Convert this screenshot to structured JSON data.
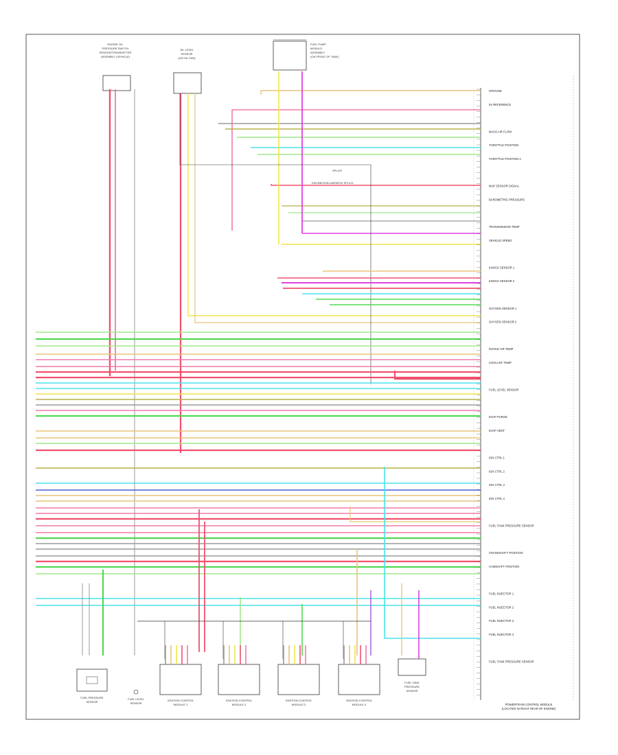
{
  "diagram": {
    "footer_code": "",
    "module": {
      "name_line1": "POWERTRAIN CONTROL MODULE",
      "name_line2": "(LOCATED IN RIGHT REAR OF ENGINE)"
    },
    "top_components": [
      {
        "id": "sensor-left",
        "lines": [
          "ENGINE OIL",
          "PRESSURE SWITCH",
          "SENSOR/TRANSMITTER",
          "ASSEMBLY (VEHICLE)"
        ]
      },
      {
        "id": "sensor-mid",
        "lines": [
          "OIL LEVEL",
          "SENSOR",
          "(ON OIL PAN)"
        ]
      },
      {
        "id": "sensor-right",
        "lines": [
          "FUEL PUMP",
          "MODULE",
          "ASSEMBLY",
          "(ON FRONT OF TANK)"
        ]
      }
    ],
    "splices": [
      "SPLICE",
      "ENGINE/SUB-HARNESS SPLICE"
    ],
    "bottom_components": [
      {
        "id": "fuel-pressure-sensor",
        "lines": [
          "FUEL PRESSURE",
          "SENSOR"
        ]
      },
      {
        "id": "fuel-level-sensor",
        "lines": [
          "FUEL LEVEL",
          "SENSOR"
        ]
      },
      {
        "id": "ignition-coil-1",
        "lines": [
          "IGNITION CONTROL",
          "MODULE 1"
        ]
      },
      {
        "id": "ignition-coil-2",
        "lines": [
          "IGNITION CONTROL",
          "MODULE 2"
        ]
      },
      {
        "id": "ignition-coil-3",
        "lines": [
          "IGNITION CONTROL",
          "MODULE 3"
        ]
      },
      {
        "id": "ignition-coil-4",
        "lines": [
          "IGNITION CONTROL",
          "MODULE 4"
        ]
      },
      {
        "id": "fuel-tank-pressure",
        "lines": [
          "FUEL TANK",
          "PRESSURE",
          "SENSOR"
        ]
      }
    ],
    "right_labels": [
      "GROUND",
      "5V REFERENCE",
      "",
      "MASS AIR FLOW",
      "THROTTLE POSITION",
      "THROTTLE POSITION 2",
      "",
      "MAP SENSOR SIGNAL",
      "BAROMETRIC PRESSURE",
      "",
      "TRANSMISSION TEMP",
      "VEHICLE SPEED",
      "",
      "KNOCK SENSOR 1",
      "KNOCK SENSOR 2",
      "",
      "OXYGEN SENSOR 1",
      "OXYGEN SENSOR 2",
      "",
      "INTAKE AIR TEMP",
      "COOLANT TEMP",
      "",
      "FUEL LEVEL SENSOR",
      "",
      "EVAP PURGE",
      "EVAP VENT",
      "",
      "IGN CTRL 1",
      "IGN CTRL 2",
      "IGN CTRL 3",
      "IGN CTRL 4",
      "",
      "FUEL TANK PRESSURE SENSOR",
      "",
      "CRANKSHAFT POSITION",
      "CAMSHAFT POSITION",
      "",
      "FUEL INJECTOR 1",
      "FUEL INJECTOR 2",
      "FUEL INJECTOR 3",
      "FUEL INJECTOR 4",
      "",
      "FUEL TANK PRESSURE SENSOR"
    ],
    "wire_colors": {
      "red": "#f0506e",
      "pink": "#f07aa8",
      "magenta": "#e040e0",
      "yellow": "#f2e44a",
      "tan": "#e8c478",
      "cyan": "#48e2ee",
      "green": "#52d852",
      "ltgreen": "#9ee88a",
      "olive": "#b8b048",
      "gray": "#9a9a9a",
      "black": "#333333",
      "blue": "#4a5ad8",
      "violet": "#b06ae0"
    }
  }
}
